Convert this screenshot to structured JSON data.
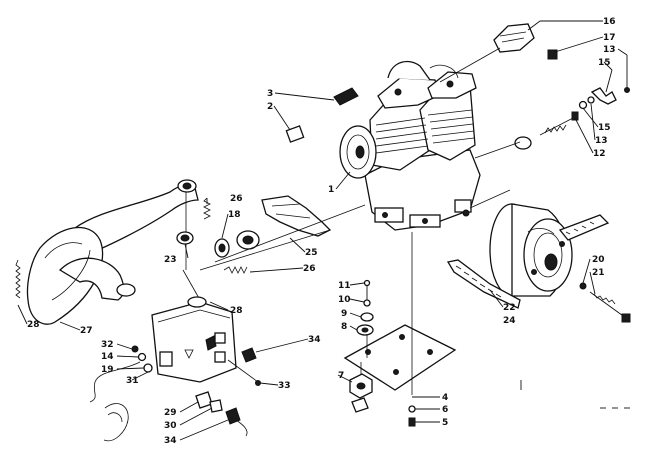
{
  "diagram": {
    "callouts": [
      {
        "id": "c16",
        "text": "16"
      },
      {
        "id": "c17",
        "text": "17"
      },
      {
        "id": "c13a",
        "text": "13"
      },
      {
        "id": "c15a",
        "text": "15"
      },
      {
        "id": "c15b",
        "text": "15"
      },
      {
        "id": "c13b",
        "text": "13"
      },
      {
        "id": "c12",
        "text": "12"
      },
      {
        "id": "c3",
        "text": "3"
      },
      {
        "id": "c2",
        "text": "2"
      },
      {
        "id": "c1",
        "text": "1"
      },
      {
        "id": "c26a",
        "text": "26"
      },
      {
        "id": "c18",
        "text": "18"
      },
      {
        "id": "c23",
        "text": "23"
      },
      {
        "id": "c25",
        "text": "25"
      },
      {
        "id": "c26b",
        "text": "26"
      },
      {
        "id": "c28a",
        "text": "28"
      },
      {
        "id": "c27",
        "text": "27"
      },
      {
        "id": "c28b",
        "text": "28"
      },
      {
        "id": "c11",
        "text": "11"
      },
      {
        "id": "c10",
        "text": "10"
      },
      {
        "id": "c9",
        "text": "9"
      },
      {
        "id": "c8",
        "text": "8"
      },
      {
        "id": "c34a",
        "text": "34"
      },
      {
        "id": "c32",
        "text": "32"
      },
      {
        "id": "c14",
        "text": "14"
      },
      {
        "id": "c19",
        "text": "19"
      },
      {
        "id": "c31",
        "text": "31"
      },
      {
        "id": "c7",
        "text": "7"
      },
      {
        "id": "c33",
        "text": "33"
      },
      {
        "id": "c4",
        "text": "4"
      },
      {
        "id": "c6",
        "text": "6"
      },
      {
        "id": "c5",
        "text": "5"
      },
      {
        "id": "c29",
        "text": "29"
      },
      {
        "id": "c30",
        "text": "30"
      },
      {
        "id": "c34b",
        "text": "34"
      },
      {
        "id": "c20",
        "text": "20"
      },
      {
        "id": "c21",
        "text": "21"
      },
      {
        "id": "c22",
        "text": "22"
      },
      {
        "id": "c24",
        "text": "24"
      }
    ]
  }
}
